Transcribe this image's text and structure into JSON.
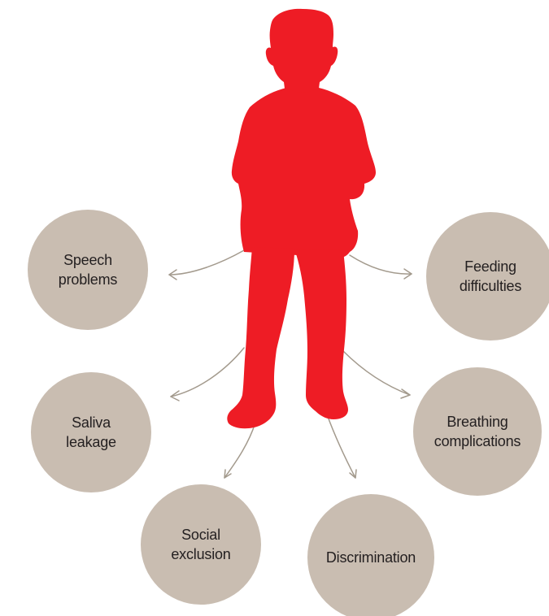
{
  "colors": {
    "figure": "#ee1c25",
    "bubble": "#c9bdb1",
    "arrow": "#a39a8d",
    "text": "#231f20"
  },
  "figure": {
    "icon": "child-silhouette-icon"
  },
  "consequences": [
    {
      "id": "speech",
      "lines": [
        "Speech",
        "problems"
      ]
    },
    {
      "id": "feeding",
      "lines": [
        "Feeding",
        "difficulties"
      ]
    },
    {
      "id": "saliva",
      "lines": [
        "Saliva",
        "leakage"
      ]
    },
    {
      "id": "breathing",
      "lines": [
        "Breathing",
        "complications"
      ]
    },
    {
      "id": "social",
      "lines": [
        "Social",
        "exclusion"
      ]
    },
    {
      "id": "discrimination",
      "lines": [
        "Discrimination"
      ]
    }
  ]
}
